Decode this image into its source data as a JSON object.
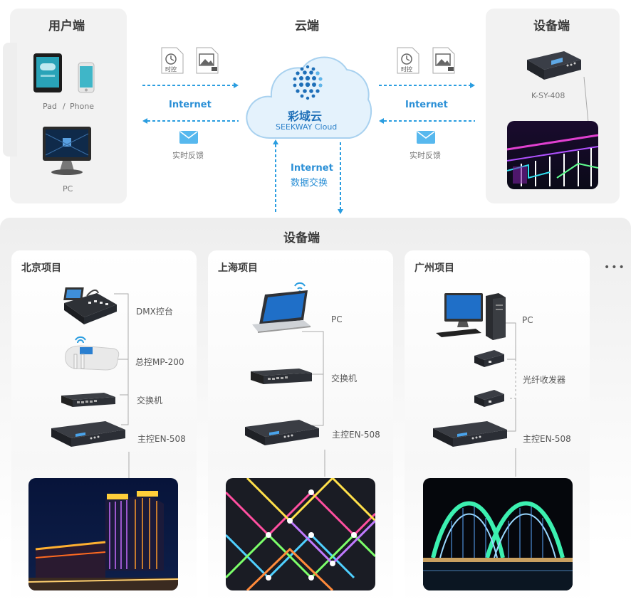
{
  "top": {
    "user_side": {
      "title": "用户端",
      "pad_label": "Pad",
      "sep": "/",
      "phone_label": "Phone",
      "pc_label": "PC"
    },
    "cloud_side": {
      "title": "云端",
      "cloud_name": "彩域云",
      "cloud_sub": "SEEKWAY Cloud"
    },
    "device_side": {
      "title": "设备端",
      "device_label": "K-SY-408"
    },
    "left_link": {
      "timer_label": "时控",
      "internet": "Internet",
      "feedback": "实时反馈"
    },
    "right_link": {
      "timer_label": "时控",
      "internet": "Internet",
      "feedback": "实时反馈"
    },
    "center_link": {
      "internet": "Internet",
      "exchange": "数据交换"
    }
  },
  "bottom": {
    "title": "设备端",
    "more": "•••",
    "projects": [
      {
        "title": "北京项目",
        "items": [
          "DMX控台",
          "总控MP-200",
          "交换机",
          "主控EN-508"
        ]
      },
      {
        "title": "上海项目",
        "items": [
          "PC",
          "交换机",
          "主控EN-508"
        ]
      },
      {
        "title": "广州项目",
        "items": [
          "PC",
          "光纤收发器",
          "主控EN-508"
        ]
      }
    ]
  },
  "colors": {
    "accent": "#2a8fd6",
    "panel": "#f2f2f2",
    "cloud": "#d9ecf9"
  }
}
